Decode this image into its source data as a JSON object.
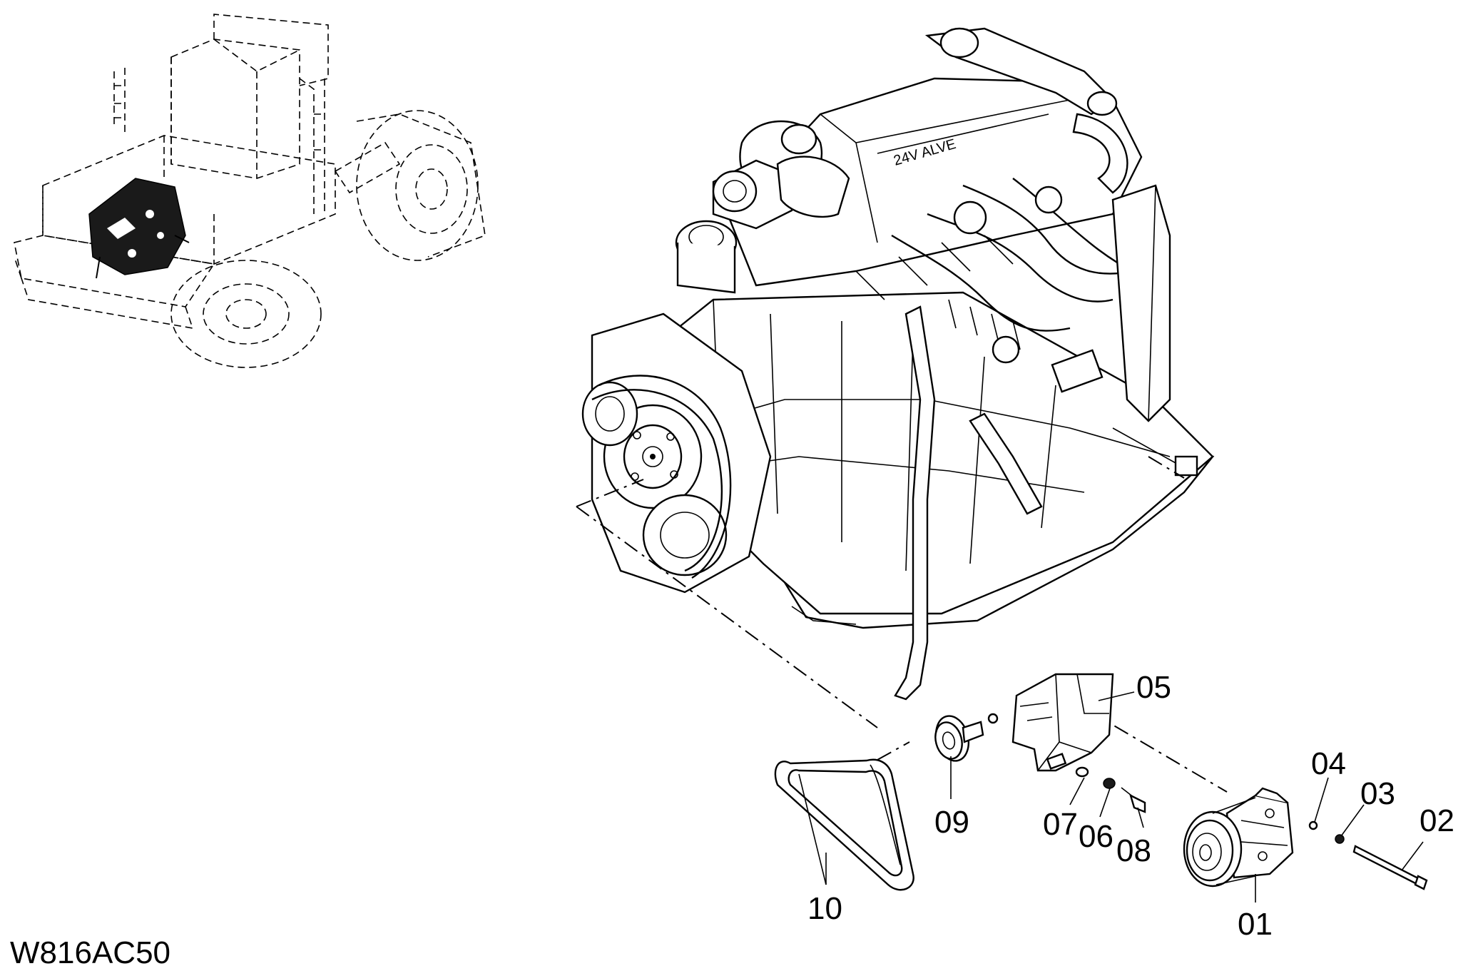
{
  "figure_id": "W816AC50",
  "callouts": {
    "p01": "01",
    "p02": "02",
    "p03": "03",
    "p04": "04",
    "p05": "05",
    "p06": "06",
    "p07": "07",
    "p08": "08",
    "p09": "09",
    "p10": "10"
  }
}
